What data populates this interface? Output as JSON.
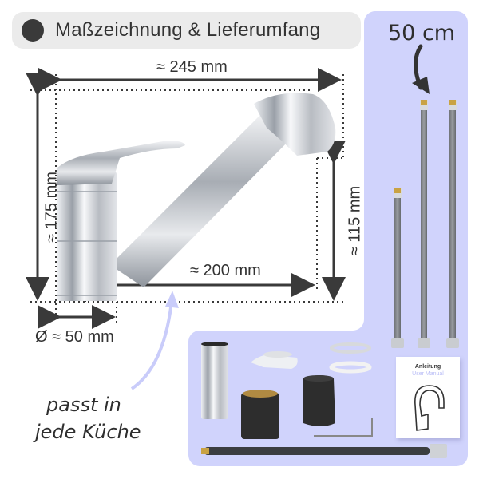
{
  "header": {
    "title": "Maßzeichnung & Lieferumfang",
    "bullet_color": "#3a3a3a",
    "background": "#ebebeb"
  },
  "dimensions": {
    "total_width": "≈ 245 mm",
    "total_height": "≈ 175 mm",
    "spout_height": "≈ 115 mm",
    "spout_reach": "≈ 200 mm",
    "base_diameter": "Ø ≈ 50 mm"
  },
  "annotations": {
    "hose_length": "50 cm",
    "fits_kitchen_line1": "passt in",
    "fits_kitchen_line2": "jede Küche"
  },
  "delivery_scope": {
    "panel_color": "#d0d3fc",
    "items": [
      {
        "name": "flexible-hose-short"
      },
      {
        "name": "flexible-hose-long"
      },
      {
        "name": "flexible-hose-long"
      },
      {
        "name": "threaded-rod"
      },
      {
        "name": "horseshoe-bracket"
      },
      {
        "name": "metal-washer"
      },
      {
        "name": "rubber-washer"
      },
      {
        "name": "mounting-nut"
      },
      {
        "name": "mounting-tool"
      },
      {
        "name": "allen-key"
      },
      {
        "name": "pull-out-hose"
      },
      {
        "name": "manual"
      }
    ],
    "manual": {
      "title": "Anleitung",
      "subtitle": "User Manual"
    }
  }
}
